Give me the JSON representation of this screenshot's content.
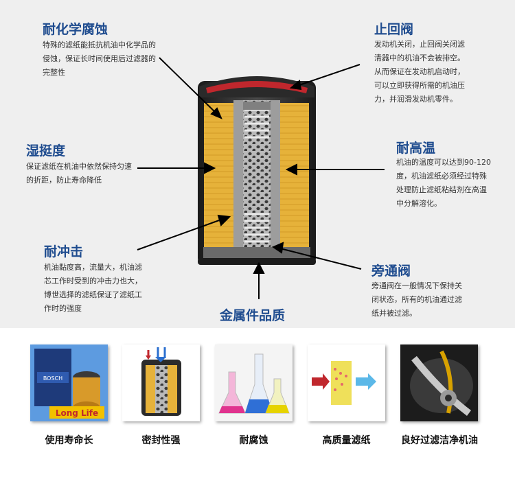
{
  "features": {
    "chemical": {
      "title": "耐化学腐蚀",
      "desc": "特殊的滤纸能抵抗机油中化学品的侵蚀，保证长时间使用后过滤器的完整性"
    },
    "check_valve": {
      "title": "止回阀",
      "desc": "发动机关闭，止回阀关闭滤清器中的机油不会被排空。从而保证在发动机启动时，可以立即获得所需的机油压力，并润滑发动机零件。"
    },
    "humidity": {
      "title": "湿挺度",
      "desc": "保证滤纸在机油中依然保持匀速的折距，防止寿命降低"
    },
    "heat": {
      "title": "耐高温",
      "desc": "机油的温度可以达到90-120度，机油滤纸必须经过特殊处理防止滤纸粘结剂在高温中分解溶化。"
    },
    "impact": {
      "title": "耐冲击",
      "desc": "机油黏度高，流量大，机油滤芯工作时受到的冲击力也大，博世选择的滤纸保证了滤纸工作时的强度"
    },
    "bypass": {
      "title": "旁通阀",
      "desc": "旁通阀在一般情况下保持关闭状态，所有的机油通过滤纸并被过滤。"
    },
    "metal": {
      "title": "金属件品质"
    }
  },
  "bottom": {
    "long_life_badge": "Long Life",
    "box_brand": "BOSCH",
    "items": [
      {
        "label": "使用寿命长"
      },
      {
        "label": "密封性强"
      },
      {
        "label": "耐腐蚀"
      },
      {
        "label": "高质量滤纸"
      },
      {
        "label": "良好过滤洁净机油"
      }
    ]
  },
  "colors": {
    "title_blue": "#1f4c8f",
    "filter_paper": "#e6b23a",
    "seal_red": "#c0272d",
    "badge_yellow": "#f2c100"
  }
}
